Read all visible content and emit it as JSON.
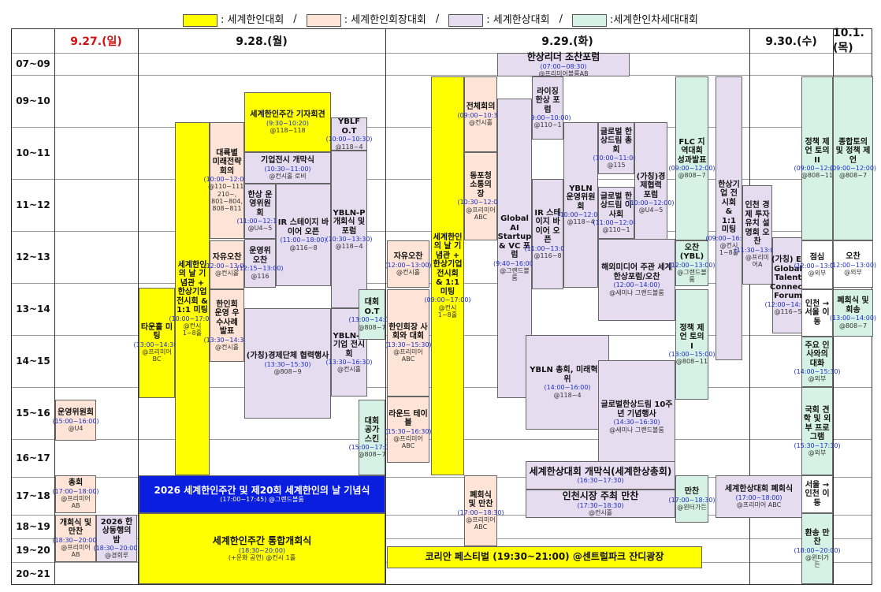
{
  "legend": [
    {
      "color": "#ffff00",
      "label": ": 세계한인대회"
    },
    {
      "color": "#fde4d6",
      "label": ": 세계한인회장대회"
    },
    {
      "color": "#e6dcf0",
      "label": ": 세계한상대회"
    },
    {
      "color": "#d6f2e6",
      "label": ":세계한인차세대대회"
    }
  ],
  "legend_sep": "/",
  "days": [
    "9.27.(일)",
    "9.28.(월)",
    "9.29.(화)",
    "9.30.(수)",
    "10.1.(목)"
  ],
  "times": [
    "07~09",
    "09~10",
    "10~11",
    "11~12",
    "12~13",
    "13~14",
    "14~15",
    "15~16",
    "16~17",
    "17~18",
    "18~19",
    "19~20",
    "20~21"
  ],
  "events": [
    {
      "t": "운영위원회",
      "tm": "(15:00~16:00)",
      "pl": "@U4",
      "c": "p"
    },
    {
      "t": "총회",
      "tm": "(17:00~18:00)",
      "pl": "@프리미어AB",
      "c": "p"
    },
    {
      "t": "개회식 및 만찬",
      "tm": "(18:30~20:00)",
      "pl": "@프리미어AB",
      "c": "p"
    },
    {
      "t": "2026 한상동행의 밤",
      "tm": "(18:30~20:00)",
      "pl": "@경회루",
      "c": "v"
    },
    {
      "t": "타운홀 미팅",
      "tm": "(13:00~14:30)",
      "pl": "@프리미어BC",
      "c": "y"
    },
    {
      "t": "세계한인의 날 기념관 + 한상기업 전시회 & 1:1 미팅",
      "tm": "(10:00~17:00)",
      "pl": "@컨시 1~8홀",
      "c": "y"
    },
    {
      "t": "대륙별 미래전략회의",
      "tm": "(10:00~12:00)",
      "pl": "@110~111, 210~, 801~804, 808~811",
      "c": "p"
    },
    {
      "t": "자유오찬",
      "tm": "(12:00~13:00)",
      "pl": "@컨시홀",
      "c": "p"
    },
    {
      "t": "한인회 운영 우수사례 발표",
      "tm": "(13:30~14:30)",
      "pl": "@컨시홀",
      "c": "p"
    },
    {
      "t": "세계한인주간 기자회견",
      "tm": "(9:30~10:20)",
      "pl": "@118~118",
      "c": "y"
    },
    {
      "t": "기업전시 개막식",
      "tm": "(10:30~11:00)",
      "pl": "@컨시홀 로비",
      "c": "v"
    },
    {
      "t": "한상 운영위원회",
      "tm": "(11:00~12:15)",
      "pl": "@U4~5",
      "c": "v"
    },
    {
      "t": "IR 스테이지 바이어 오픈",
      "tm": "(11:00~18:00)",
      "pl": "@116~8",
      "c": "v"
    },
    {
      "t": "운영위 오찬",
      "tm": "(12:15~13:00)",
      "pl": "@116",
      "c": "v"
    },
    {
      "t": "(가칭)경제단체 협력행사",
      "tm": "(13:30~15:30)",
      "pl": "@808~9",
      "c": "v"
    },
    {
      "t": "YBLF O.T",
      "tm": "(10:00~10:30)",
      "pl": "@118~4",
      "c": "v"
    },
    {
      "t": "YBLN-P 개회식 및 포럼",
      "tm": "(10:30~13:30)",
      "pl": "@118~4",
      "c": "v"
    },
    {
      "t": "YBLN-P 기업 전시회",
      "tm": "(13:30~16:30)",
      "pl": "@컨시홀",
      "c": "v"
    },
    {
      "t": "대회 O.T",
      "tm": "(13:00~14:00)",
      "pl": "@808~7",
      "c": "g"
    },
    {
      "t": "대회 공가 스킨",
      "tm": "(15:00~17:00)",
      "pl": "@808~7",
      "c": "g"
    },
    {
      "t": "2026 세계한인주간 및 제20회 세계한인의 날 기념식",
      "tm": "(17:00~17:45) @그랜드볼룸",
      "pl": "",
      "c": "b"
    },
    {
      "t": "세계한인주간 통합개회식",
      "tm": "(18:30~20:00)",
      "pl": "(+문화 공연) @컨시 1홀",
      "c": "y"
    },
    {
      "t": "자유오찬",
      "tm": "(12:00~13:00)",
      "pl": "@컨시홀",
      "c": "p"
    },
    {
      "t": "한인회장 사회와 대회",
      "tm": "(13:30~15:30)",
      "pl": "@프리미어ABC",
      "c": "p"
    },
    {
      "t": "라운드 테이블",
      "tm": "(15:30~16:30)",
      "pl": "@프리미어ABC",
      "c": "p"
    },
    {
      "t": "세계한인의 날 기념관 + 한상기업 전시회 & 1:1 미팅",
      "tm": "(09:00~17:00)",
      "pl": "@컨시 1~8홀",
      "c": "y"
    },
    {
      "t": "전체회의",
      "tm": "(09:00~10:30)",
      "pl": "@컨시홀",
      "c": "p"
    },
    {
      "t": "동포청 소통의 장",
      "tm": "(10:30~12:00)",
      "pl": "@프리미어ABC",
      "c": "p"
    },
    {
      "t": "폐회식 및 만찬",
      "tm": "(17:00~18:30)",
      "pl": "@프리미어ABC",
      "c": "p"
    },
    {
      "t": "한상리더 조찬포럼",
      "tm": "(07:00~08:30)",
      "pl": "@프리미어볼룸AB",
      "c": "v"
    },
    {
      "t": "라이징 한상 포럼",
      "tm": "(09:00~10:00)",
      "pl": "@110~1",
      "c": "v"
    },
    {
      "t": "Global AI Startup & VC 포럼",
      "tm": "(9:40~16:00)",
      "pl": "@그랜드볼룸",
      "c": "v"
    },
    {
      "t": "IR 스테이지 바이어 오픈",
      "tm": "(11:00~13:00)",
      "pl": "@116~8",
      "c": "v"
    },
    {
      "t": "YBLN 운영위원회",
      "tm": "(10:00~12:00)",
      "pl": "@118~4",
      "c": "v"
    },
    {
      "t": "글로벌 한상드림 총회",
      "tm": "(10:00~11:00)",
      "pl": "@115",
      "c": "v"
    },
    {
      "t": "글로벌 한상드림 이사회",
      "tm": "(11:00~12:00)",
      "pl": "@110~1",
      "c": "v"
    },
    {
      "t": "(가칭)경제협력 포럼",
      "tm": "(10:00~12:00)",
      "pl": "@U4~5",
      "c": "v"
    },
    {
      "t": "해외미디어 주관 세계한상포럼/오찬",
      "tm": "(12:00~14:00)",
      "pl": "@세미나 그랜드볼룸",
      "c": "v"
    },
    {
      "t": "YBLN 총회, 미래혁신위",
      "tm": "(14:00~16:00)",
      "pl": "@118~4",
      "c": "v"
    },
    {
      "t": "글로벌한상드림 10주년 기념행사",
      "tm": "(14:30~16:30)",
      "pl": "@세미나 그랜드볼룸",
      "c": "v"
    },
    {
      "t": "세계한상대회 개막식(세계한상총회)",
      "tm": "(16:30~17:30)",
      "pl": "",
      "c": "v"
    },
    {
      "t": "인천시장 주최 만찬",
      "tm": "(17:30~18:30)",
      "pl": "@컨시홀",
      "c": "v"
    },
    {
      "t": "FLC 지역대회 성과발표",
      "tm": "(09:00~12:00)",
      "pl": "@808~7",
      "c": "g"
    },
    {
      "t": "오찬 (YBL)",
      "tm": "(12:00~13:00)",
      "pl": "@그랜드볼룸",
      "c": "g"
    },
    {
      "t": "정책 제언 토의 I",
      "tm": "(13:00~15:00)",
      "pl": "@808~11",
      "c": "g"
    },
    {
      "t": "만찬",
      "tm": "(17:00~18:30)",
      "pl": "@윈터가든",
      "c": "g"
    },
    {
      "t": "코리안 페스티벌 (19:30~21:00) @센트럴파크 잔디광장",
      "tm": "",
      "pl": "",
      "c": "y"
    },
    {
      "t": "한상기업 전시회 & 1:1 미팅",
      "tm": "(09:00~16:00)",
      "pl": "@컨시 1~8홀",
      "c": "v"
    },
    {
      "t": "인천 경제 투자 유치 설명회 오찬",
      "tm": "(11:30~13:00)",
      "pl": "@프리미어A",
      "c": "v"
    },
    {
      "t": "(가칭) E-Global Talent Connect Forum",
      "tm": "(12:00~14:00)",
      "pl": "@116~5",
      "c": "v"
    },
    {
      "t": "세계한상대회 폐회식",
      "tm": "(17:00~18:00)",
      "pl": "@프리미어 ABC",
      "c": "v"
    },
    {
      "t": "정책 제언 토의 II",
      "tm": "(09:00~12:00)",
      "pl": "@808~11",
      "c": "g"
    },
    {
      "t": "점심",
      "tm": "(12:00~13:00)",
      "pl": "@외부",
      "c": "w"
    },
    {
      "t": "인천 → 서울 이동",
      "tm": "",
      "pl": "",
      "c": "w"
    },
    {
      "t": "주요 인사와의 대화",
      "tm": "(14:00~15:30)",
      "pl": "@외부",
      "c": "g"
    },
    {
      "t": "국회 견학 및 외부 프로그램",
      "tm": "(15:30~17:30)",
      "pl": "@외부",
      "c": "g"
    },
    {
      "t": "서울 → 인천 이동",
      "tm": "",
      "pl": "",
      "c": "w"
    },
    {
      "t": "환송 만찬",
      "tm": "(18:00~20:00)",
      "pl": "@윈터가든",
      "c": "g"
    },
    {
      "t": "종합토의 및 정책 제언",
      "tm": "(09:00~12:00)",
      "pl": "@808~7",
      "c": "g"
    },
    {
      "t": "오찬",
      "tm": "(12:00~13:00)",
      "pl": "@외부",
      "c": "w"
    },
    {
      "t": "폐회식 및 회송",
      "tm": "(13:00~14:00)",
      "pl": "@808~7",
      "c": "g"
    }
  ]
}
